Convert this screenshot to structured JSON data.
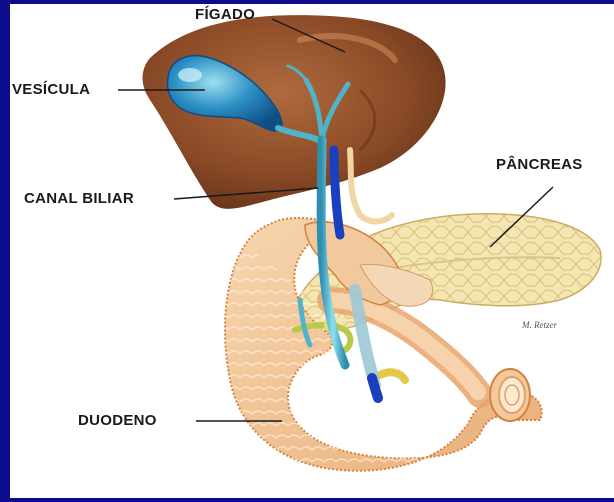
{
  "labels": {
    "liver": "FÍGADO",
    "gallbladder": "VESÍCULA",
    "bile_duct": "CANAL BILIAR",
    "pancreas": "PÂNCREAS",
    "duodenum": "DUODENO"
  },
  "credit": "M. Retzer",
  "colors": {
    "frame": "#0b0b8c",
    "liver": "#8a4a26",
    "gallbladder": "#2a7fb8",
    "bile_duct": "#4fb3c9",
    "pancreas": "#f1e2a8",
    "duodenum": "#f3c89a"
  }
}
